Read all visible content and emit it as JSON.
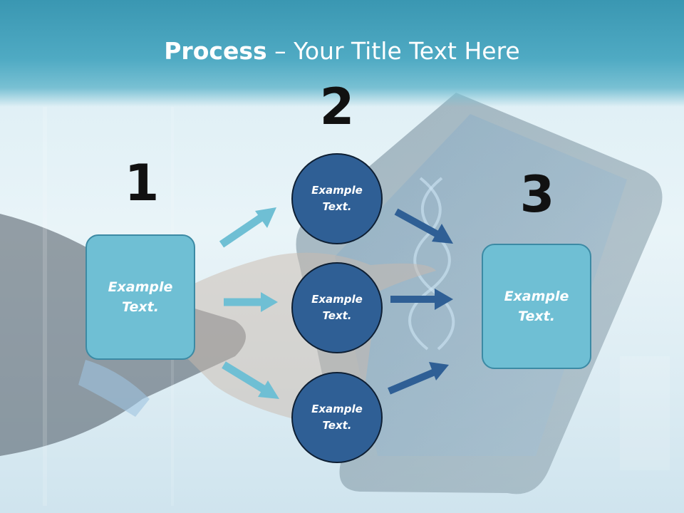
{
  "title": {
    "bold": "Process",
    "rest": " – Your Title Text Here"
  },
  "steps": {
    "one": "1",
    "two": "2",
    "three": "3"
  },
  "nodes": {
    "box_left": "Example Text.",
    "circle_top": "Example Text.",
    "circle_middle": "Example Text.",
    "circle_bottom": "Example Text.",
    "box_right": "Example Text."
  },
  "colors": {
    "header": "#4faac3",
    "box_fill": "#6fbfd4",
    "circle_fill": "#2f5f95",
    "arrow_light": "#6fbfd4",
    "arrow_dark": "#2f5f95"
  }
}
